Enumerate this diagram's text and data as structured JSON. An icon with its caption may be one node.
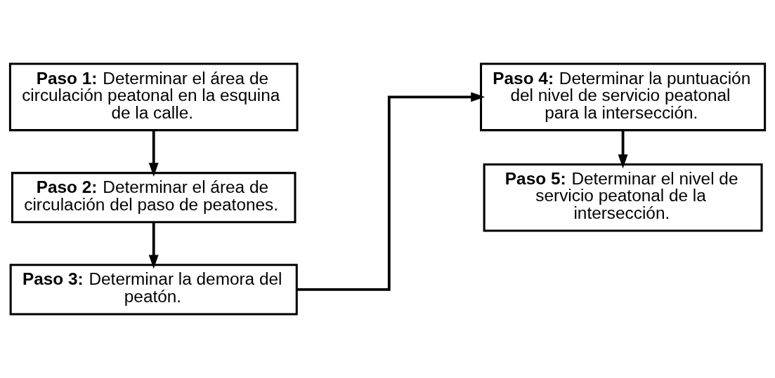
{
  "diagram": {
    "nodes": [
      {
        "text": [
          "**Paso 1:** Determinar el área de circulación peatonal en la esquina de la calle."
        ]
      },
      {
        "text": [
          "**Paso 2:** Determinar el área de circulación del paso de peatones."
        ]
      },
      {
        "text": [
          "**Paso 3:** Determinar la demora del peatón."
        ]
      },
      {
        "text": [
          "**Paso 4:** Determinar la puntuación del nivel de servicio peatonal para la intersección."
        ]
      },
      {
        "text": [
          "**Paso 5:** Determinar el nivel de servicio peatonal de la intersección."
        ]
      }
    ],
    "edges": [
      {
        "from": 0,
        "to": 1,
        "arrow": "to"
      },
      {
        "from": 1,
        "to": 2,
        "arrow": "to"
      },
      {
        "from": 2,
        "to": 3,
        "arrow": "to"
      },
      {
        "from": 3,
        "to": 4,
        "arrow": "to"
      }
    ]
  }
}
